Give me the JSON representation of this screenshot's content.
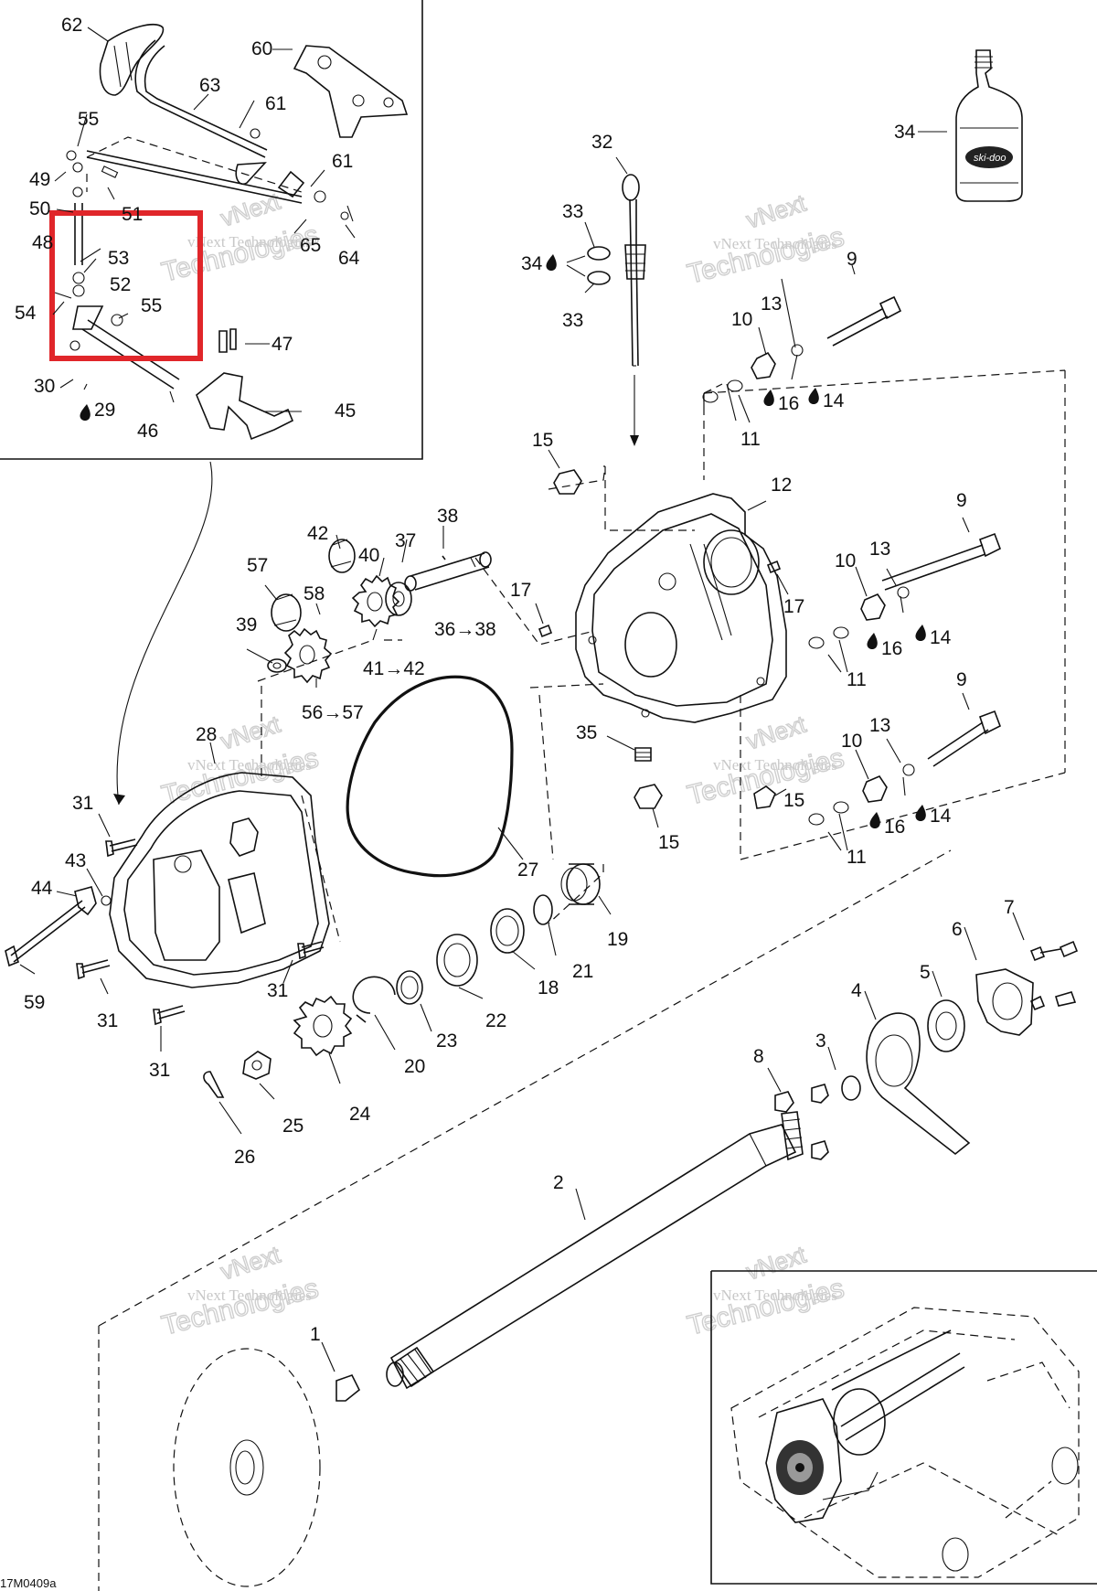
{
  "drawing": {
    "code": "17M0409a",
    "watermark_line1": "vNext Technologies",
    "watermark_line2": "Technologies",
    "watermark_tag": "vNext",
    "bottle_brand": "ski-doo"
  },
  "colors": {
    "highlight": "#e0262a",
    "ink": "#111111",
    "watermark": "#c8c8c8"
  },
  "labels": {
    "l62": "62",
    "l60": "60",
    "l63": "63",
    "l61a": "61",
    "l61b": "61",
    "l55a": "55",
    "l49": "49",
    "l51": "51",
    "l50": "50",
    "l48": "48",
    "l53": "53",
    "l52": "52",
    "l55b": "55",
    "l54": "54",
    "l65": "65",
    "l64": "64",
    "l47": "47",
    "l30": "30",
    "l29": "29",
    "l46": "46",
    "l45": "45",
    "l34a": "34",
    "l32": "32",
    "l33a": "33",
    "l34b": "34",
    "l33b": "33",
    "l9a": "9",
    "l13a": "13",
    "l10a": "10",
    "l16a": "16",
    "l14a": "14",
    "l11a": "11",
    "l15a": "15",
    "l12": "12",
    "l9b": "9",
    "l38": "38",
    "l42": "42",
    "l37": "37",
    "l40": "40",
    "l57": "57",
    "l58": "58",
    "l17a": "17",
    "l17b": "17",
    "l36": "36→38",
    "l39": "39",
    "l41": "41→42",
    "l56": "56→57",
    "l10b": "10",
    "l13b": "13",
    "l16b": "16",
    "l14b": "14",
    "l11b": "11",
    "l9c": "9",
    "l35": "35",
    "l28": "28",
    "l10c": "10",
    "l13c": "13",
    "l15b": "15",
    "l15c": "15",
    "l16c": "16",
    "l14c": "14",
    "l11c": "11",
    "l31a": "31",
    "l43": "43",
    "l44": "44",
    "l27": "27",
    "l19": "19",
    "l59": "59",
    "l31b": "31",
    "l31c": "31",
    "l21": "21",
    "l18": "18",
    "l22": "22",
    "l23": "23",
    "l20": "20",
    "l31d": "31",
    "l7": "7",
    "l6": "6",
    "l5": "5",
    "l4": "4",
    "l8": "8",
    "l3": "3",
    "l24": "24",
    "l25": "25",
    "l26": "26",
    "l2": "2",
    "l1": "1"
  }
}
